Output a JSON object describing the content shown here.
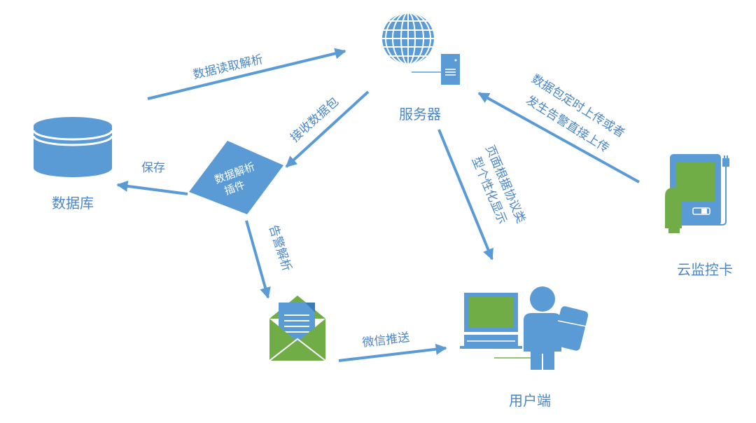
{
  "nodes": {
    "server": "服务器",
    "database": "数据库",
    "plugin_line1": "数据解析",
    "plugin_line2": "插件",
    "cloud_card": "云监控卡",
    "user": "用户端"
  },
  "edges": {
    "read_parse": "数据读取解析",
    "receive_packet": "接收数据包",
    "save": "保存",
    "alarm_parse": "告警解析",
    "wechat_push": "微信推送",
    "page_display_line1": "页面根据协议类",
    "page_display_line2": "型个性化显示",
    "upload_line1": "数据包定时上传或者",
    "upload_line2": "发生告警直接上传"
  },
  "colors": {
    "blue": "#5b9bd5",
    "green": "#70ad47",
    "text": "#4a86c8"
  }
}
